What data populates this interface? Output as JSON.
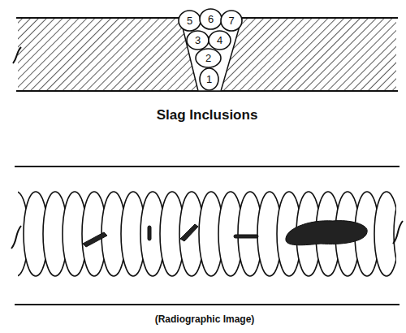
{
  "diagram": {
    "nodes": [
      {
        "text": [
          "5"
        ]
      },
      {
        "text": [
          "6"
        ]
      },
      {
        "text": [
          "7"
        ]
      },
      {
        "text": [
          "3"
        ]
      },
      {
        "text": [
          "4"
        ]
      },
      {
        "text": [
          "2"
        ]
      },
      {
        "text": [
          "1"
        ]
      }
    ],
    "labels": [
      "Slag Inclusions",
      "(Radiographic Image)"
    ]
  }
}
